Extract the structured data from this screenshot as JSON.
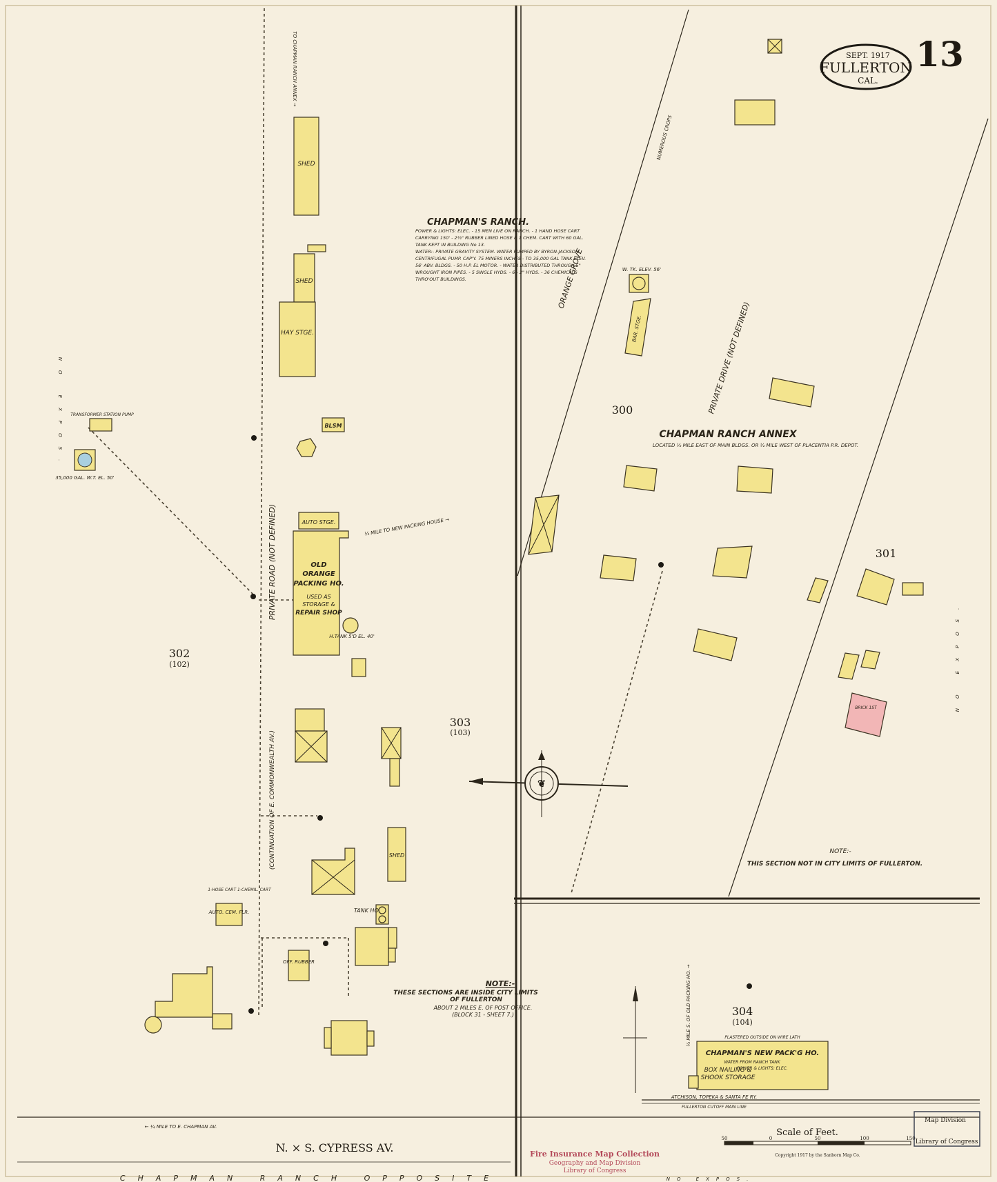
{
  "cartouche": {
    "date": "SEPT. 1917",
    "city": "FULLERTON",
    "state": "CAL.",
    "sheet_number": "13"
  },
  "ranch": {
    "title": "CHAPMAN'S RANCH.",
    "notes": [
      "POWER & LIGHTS: ELEC. - 15 MEN LIVE ON RANCH. - 1 HAND HOSE CART",
      "CARRYING 150' - 2½\" RUBBER LINED HOSE & 1 CHEM. CART WITH 60 GAL.",
      "TANK KEPT IN BUILDING No 13.",
      "WATER:- PRIVATE GRAVITY SYSTEM. WATER PUMPED BY BYRON-JACKSON",
      "CENTRIFUGAL PUMP. CAP'Y. 75 MINERS INCHES - TO 35,000 GAL TANK ELEV.",
      "56' ABV. BLDGS. - 50 H.P. EL MOTOR. - WATER DISTRIBUTED THROUGH 5\"",
      "WROUGHT IRON PIPES. - 5 SINGLE HYDS. - 6 - 2\" HYDS. - 36 CHEMICALS",
      "THRO'OUT BUILDINGS."
    ]
  },
  "annex": {
    "title": "CHAPMAN RANCH ANNEX",
    "subtitle": "LOCATED ½ MILE EAST OF MAIN BLDGS. OR ½ MILE WEST OF PLACENTIA P.R. DEPOT."
  },
  "blocks": [
    {
      "id": "300",
      "sub": ""
    },
    {
      "id": "301",
      "sub": ""
    },
    {
      "id": "302",
      "sub": "(102)"
    },
    {
      "id": "303",
      "sub": "(103)"
    },
    {
      "id": "304",
      "sub": "(104)"
    }
  ],
  "roads": {
    "orange_grove": "ORANGE GROVE",
    "private_drive": "PRIVATE DRIVE (NOT DEFINED)",
    "private_road": "PRIVATE ROAD (NOT DEFINED)",
    "commonwealth": "(CONTINUATION OF E. COMMONWEALTH AV.)",
    "to_ranch_annex": "TO CHAPMAN RANCH ANNEX →",
    "to_new_packing": "¼ MILE TO NEW PACKING HOUSE →",
    "numerous_crops": "NUMEROUS CROPS",
    "cypress": "N. × S. CYPRESS AV.",
    "opposite": "CHAPMAN RANCH OPPOSITE",
    "to_chapman": "← ¼ MILE TO E. CHAPMAN AV.",
    "railroad": "ATCHISON, TOPEKA & SANTA FE RY.",
    "railroad_sub": "FULLERTON CUTOFF     MAIN LINE",
    "old_packing": "½ MILE S. OF OLD PACKING HO. →",
    "no_exposure": "NO EXPOS."
  },
  "buildings": {
    "shed_16": "SHED",
    "shed_hay": "SHED",
    "hay_stge": "HAY STGE.",
    "blsm": "BLSM",
    "auto_stge": "AUTO STGE.",
    "old_packing": [
      "OLD",
      "ORANGE",
      "PACKING HO."
    ],
    "old_packing_use": [
      "USED AS",
      "STORAGE &",
      "REPAIR SHOP"
    ],
    "tank_note": "H.TANK 5'D EL. 40'",
    "shed_5": "SHED",
    "tank_ho": "TANK HO.",
    "auto_cem": "AUTO. CEM. FLR.",
    "hose_cart": "1-HOSE CART 1-CHEMIL. CART",
    "office": "OFF. RUBBER",
    "transformer": "TRANSFORMER STATION PUMP",
    "tank_35000": "35,000 GAL. W.T. EL. 50'",
    "bar_stge": "BAR. STGE.",
    "w_tk": "W. TK. ELEV. 56'",
    "new_packing_title": "CHAPMAN'S NEW PACK'G HO.",
    "new_packing_lines": [
      "WATER FROM RANCH TANK",
      "POWER & LIGHTS: ELEC.",
      "BOX NAILING &",
      "SHOOK STORAGE"
    ],
    "new_packing_top": "PLASTERED OUTSIDE ON WIRE LATH",
    "brick_dwelling": "BRICK 1ST"
  },
  "notes": {
    "city_limits_in_title": "NOTE:-",
    "city_limits_in": [
      "THESE SECTIONS ARE INSIDE CITY LIMITS",
      "OF FULLERTON",
      "ABOUT 2 MILES E. OF POST OFFICE.",
      "(BLOCK 31 - SHEET 7.)"
    ],
    "city_limits_out_title": "NOTE:-",
    "city_limits_out": "THIS SECTION NOT IN CITY LIMITS OF FULLERTON."
  },
  "scale": {
    "label": "Scale of Feet.",
    "ticks": [
      "50",
      "0",
      "50",
      "100",
      "150"
    ]
  },
  "footer": {
    "copyright": "Copyright 1917 by the Sanborn Map Co.",
    "stamp": [
      "Fire Insurance Map Collection",
      "Geography and Map Division",
      "Library of Congress"
    ],
    "map_division": "Map Division",
    "loc": "Library of Congress"
  },
  "colors": {
    "frame_dwelling": "#f3e48e",
    "brick": "#f2b6b6",
    "paper": "#f6efdf",
    "ink": "#2c261b"
  }
}
